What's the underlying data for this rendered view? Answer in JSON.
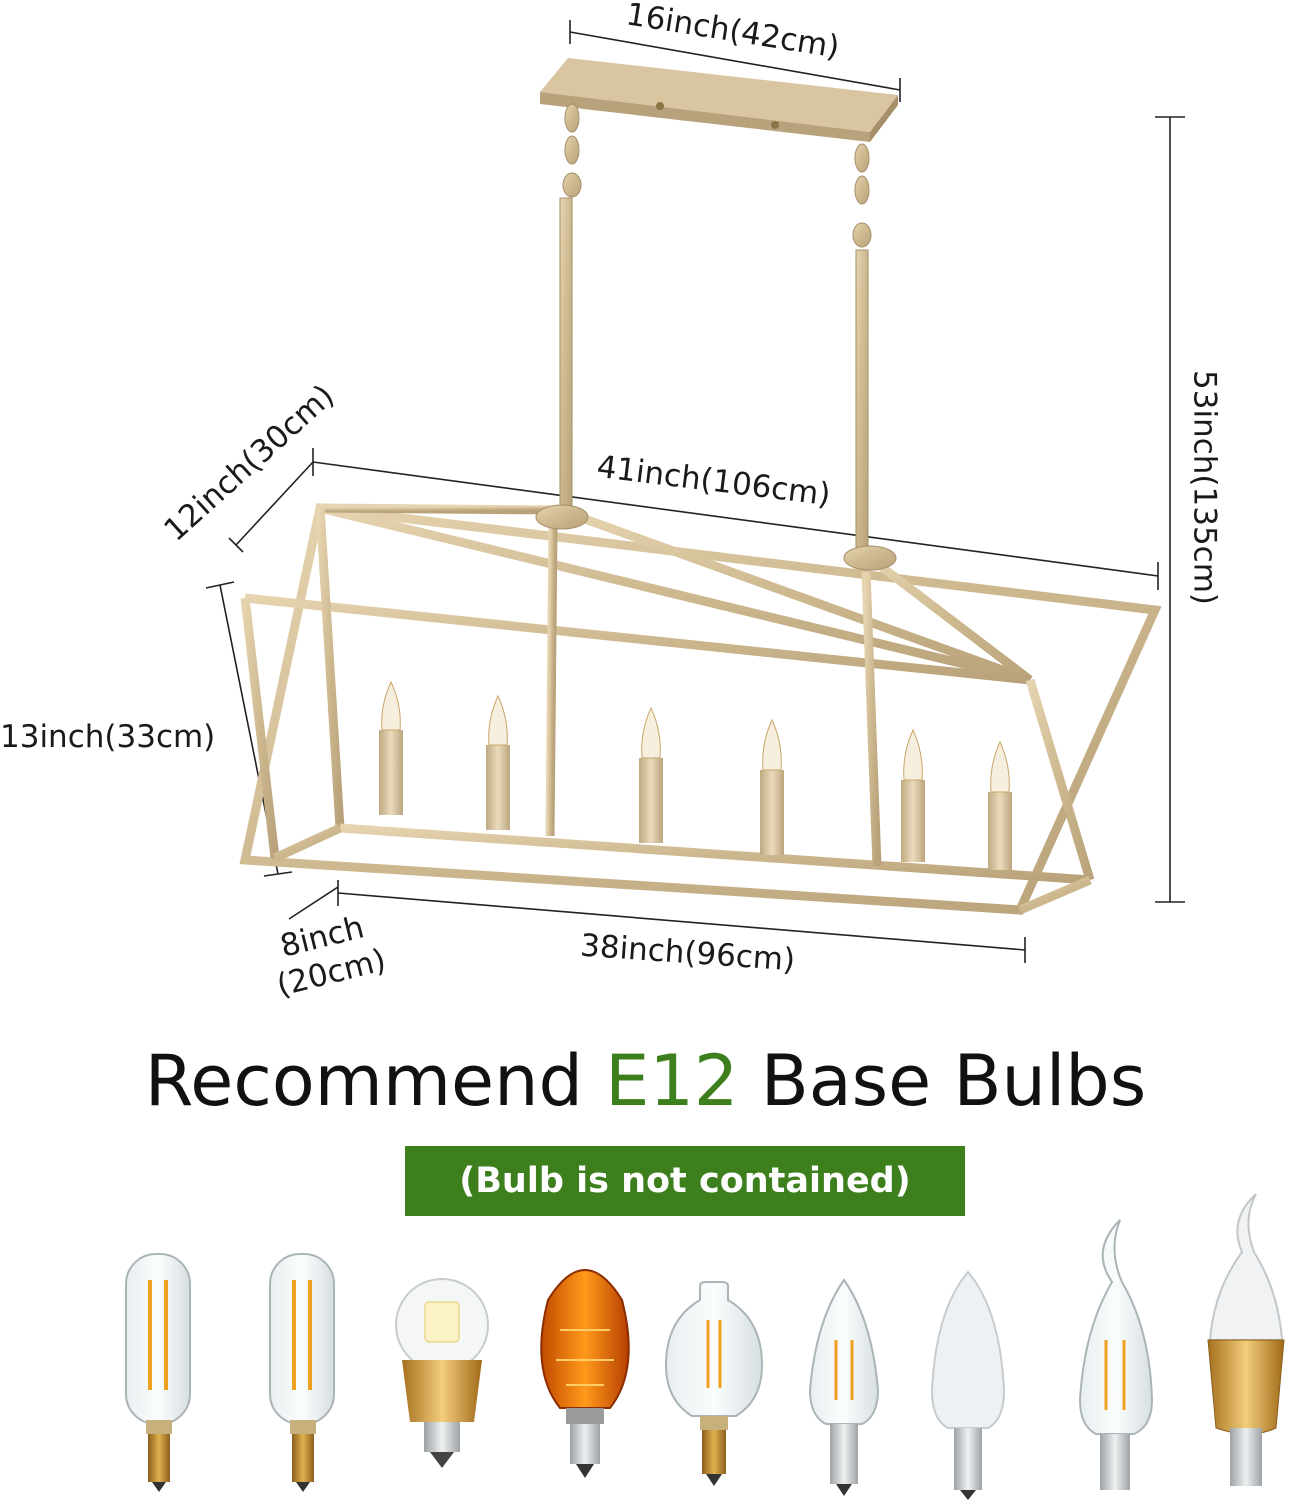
{
  "dimensions": {
    "canopy_width": "16inch(42cm)",
    "total_height": "53inch(135cm)",
    "frame_top_length": "41inch(106cm)",
    "frame_top_depth": "12inch(30cm)",
    "frame_height": "13inch(33cm)",
    "frame_bottom_depth_line1": "8inch",
    "frame_bottom_depth_line2": "(20cm)",
    "frame_bottom_length": "38inch(96cm)"
  },
  "headline": {
    "prefix": "Recommend",
    "highlight": "E12",
    "suffix": "Base Bulbs"
  },
  "banner": {
    "text": "(Bulb is not contained)"
  },
  "colors": {
    "accent_green": "#3c7f1c",
    "banner_green": "#3d7f1c",
    "frame_gold": "#d2bd96"
  },
  "bulbs": [
    {
      "icon": "t10-tubular-filament-bulb-icon"
    },
    {
      "icon": "t10-tubular-filament-bulb-icon"
    },
    {
      "icon": "crystal-led-bulb-icon"
    },
    {
      "icon": "orange-faceted-bulb-icon"
    },
    {
      "icon": "g14-globe-filament-bulb-icon"
    },
    {
      "icon": "candle-filament-bulb-icon"
    },
    {
      "icon": "frosted-candle-bulb-icon"
    },
    {
      "icon": "flame-tip-filament-bulb-icon"
    },
    {
      "icon": "flame-tip-led-bulb-icon"
    }
  ]
}
